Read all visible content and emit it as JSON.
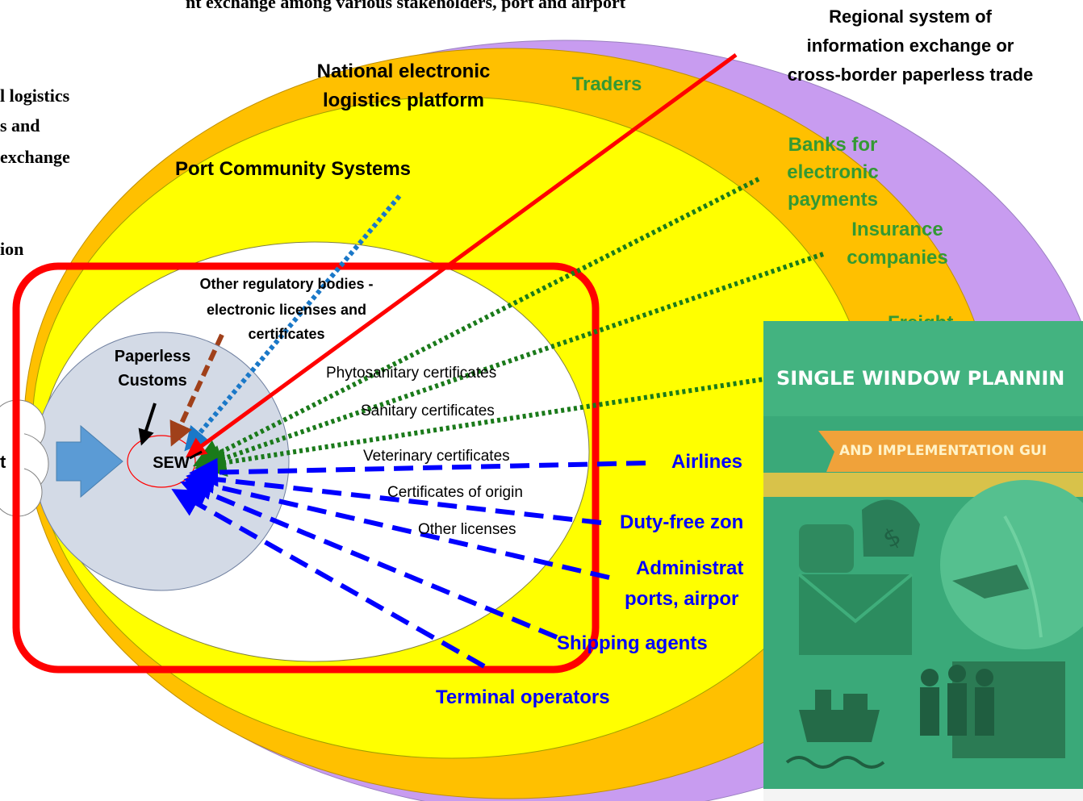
{
  "top_left_text": {
    "line1": "nt exchange among various stakeholders, port and airport",
    "side1": "l logistics",
    "side2": "s and",
    "side3": " exchange",
    "side4": "ion",
    "side5": "t"
  },
  "rings": {
    "regional": [
      "Regional system of",
      "information exchange or",
      "cross-border paperless trade"
    ],
    "national": [
      "National electronic",
      "logistics platform"
    ],
    "pcs": "Port Community Systems",
    "regulatory": [
      "Other regulatory bodies -",
      "electronic licenses and",
      "certificates"
    ],
    "customs": [
      "Paperless",
      "Customs"
    ],
    "sew": "SEW"
  },
  "stakeholders_green": {
    "traders": "Traders",
    "banks": [
      "Banks for",
      "electronic",
      "payments"
    ],
    "insurance": [
      "Insurance",
      "companies"
    ],
    "freight": "Freight"
  },
  "stakeholders_blue": {
    "airlines": "Airlines",
    "dutyfree": "Duty-free zon",
    "admin": [
      "Administrat",
      "ports, airpor"
    ],
    "shipping": "Shipping agents",
    "terminal": "Terminal operators"
  },
  "certificates": [
    "Phytosanitary certificates",
    "Sanitary certificates",
    "Veterinary certificates",
    "Certificates of origin",
    "Other licenses"
  ],
  "book_cover": {
    "title": "SINGLE WINDOW PLANNIN",
    "subtitle": "AND IMPLEMENTATION GUI"
  },
  "colors": {
    "outer_purple": "#c89cf0",
    "orange_ring": "#ffc000",
    "yellow_ring": "#ffff00",
    "customs_circle": "#d3dae6",
    "highlight_box": "#ff0000",
    "green_arrows": "#1a7a1a",
    "blue_arrows": "#0000ff",
    "blue_label": "#0000ff",
    "green_label": "#339933",
    "big_arrow": "#5b9bd5",
    "book_green": "#3aa979"
  }
}
